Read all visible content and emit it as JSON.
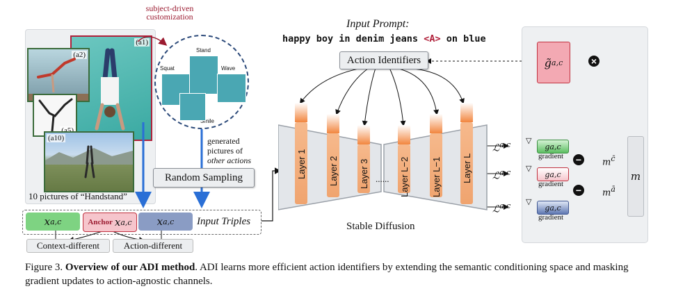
{
  "left_panel": {
    "photo_labels": [
      "(a1)",
      "(a2)",
      "(a5)",
      "(a10)"
    ],
    "caption": "10 pictures of “Handstand”"
  },
  "subject_driven": "subject-driven\ncustomization",
  "circle_labels": [
    "Stand",
    "Squat",
    "Wave",
    "Smile"
  ],
  "generated": [
    "generated",
    "pictures of",
    "other actions"
  ],
  "random_sampling": "Random Sampling",
  "triples": {
    "x1": "x",
    "x1_sup": "a,c",
    "anchor": "Anchor",
    "x2": "x",
    "x2_sup": "a,c",
    "x3": "x",
    "x3_sup": "a,c",
    "label": "Input Triples"
  },
  "context_different": "Context-different",
  "action_different": "Action-different",
  "prompt": {
    "title": "Input Prompt:",
    "text_before": "happy boy in denim jeans ",
    "token": "<A>",
    "text_after": " on blue"
  },
  "action_identifiers": "Action Identifiers",
  "layers": [
    "Layer 1",
    "Layer 2",
    "Layer 3",
    "......",
    "Layer L−2",
    "Layer L−1",
    "Layer L"
  ],
  "stable_diffusion": "Stable Diffusion",
  "right": {
    "loss": "ℒ",
    "loss_sup": "a,c",
    "nabla": "▽",
    "g": "g",
    "gtilde": "g̃",
    "sup": "a,c",
    "gradient": "gradient",
    "m_c": "m",
    "m_c_sup": "c̄",
    "m_a": "m",
    "m_a_sup": "ā",
    "m": "m",
    "times": "×",
    "minus": "−"
  },
  "colors": {
    "green": "#7ed382",
    "pink": "#f6c5cc",
    "blue": "#8a9cc4",
    "red_box": "#f3a9b3",
    "orange": "#f2863f"
  },
  "caption": {
    "figure": "Figure 3.",
    "bold": "Overview of our ADI method",
    "rest": ". ADI learns more efficient action identifiers by extending the semantic conditioning space and masking gradient updates to action-agnostic channels."
  }
}
